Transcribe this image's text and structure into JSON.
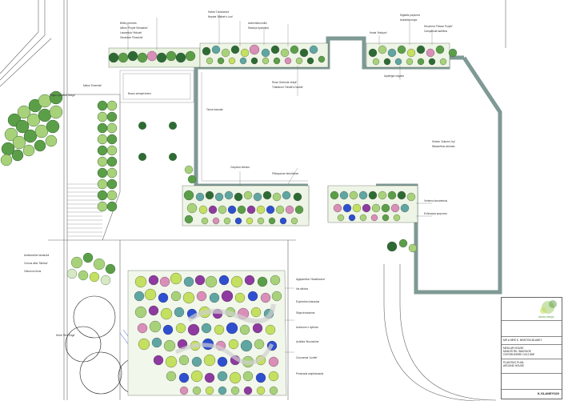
{
  "title_block": {
    "client": "MR & MRS K. NEWTON-BLANEY",
    "address_lines": [
      "MEDLAR HOUSE",
      "MANOR RD, WANTAGE",
      "OXFORDSHIRE OX12 8NF"
    ],
    "drawing_title_lines": [
      "PLANTING PLAN:",
      "AROUND HOUSE"
    ],
    "reference": "K-SLANEY020",
    "logo_text": "slaney design"
  },
  "plant_labels": {
    "top_left": [
      "Bellis perennis",
      "Allium 'Purple Sensation'",
      "Lavandula 'Hidcote'",
      "Geranium 'Rozanne'",
      "Salvia 'Caradonna'",
      "Nepeta 'Walker's Low'",
      "Alchemilla mollis",
      "Stachys byzantina"
    ],
    "top_right": [
      "Hosta 'Halcyon'",
      "Digitalis purpurea",
      "Astrantia major",
      "Heuchera 'Palace Purple'",
      "Campanula lactiflora",
      "Rosa 'Gertrude Jekyll'",
      "Thalictrum 'Hewitt's Double'",
      "Aquilegia vulgaris"
    ],
    "mid": [
      "Buxus sempervirens",
      "Taxus baccata",
      "Carpinus betulus",
      "Pittosporum tenuifolium",
      "Verbena bonariensis",
      "Echinacea purpurea",
      "Sedum 'Autumn Joy'",
      "Miscanthus sinensis"
    ],
    "bottom": [
      "Agapanthus 'Headbourne'",
      "Iris sibirica",
      "Euphorbia characias",
      "Stipa tenuissima",
      "Anemone x hybrida",
      "Achillea 'Moonshine'",
      "Crocosmia 'Lucifer'",
      "Persicaria amplexicaulis"
    ],
    "side": [
      "Fagus sylvatica hedge",
      "Malus 'Evereste'",
      "Amelanchier lamarckii",
      "Cornus alba 'Sibirica'",
      "Viburnum tinus",
      "Hebe 'Red Edge'"
    ]
  },
  "colors": {
    "wall": "#7f9a94",
    "shrub_dark": "#2e6b34",
    "shrub_mid": "#5b9e48",
    "shrub_light": "#a8d27a",
    "teal": "#5fa6a2",
    "purple": "#8e3aa0",
    "blue": "#2e4fd0",
    "pink": "#d98fb8",
    "lime": "#c4e060"
  }
}
